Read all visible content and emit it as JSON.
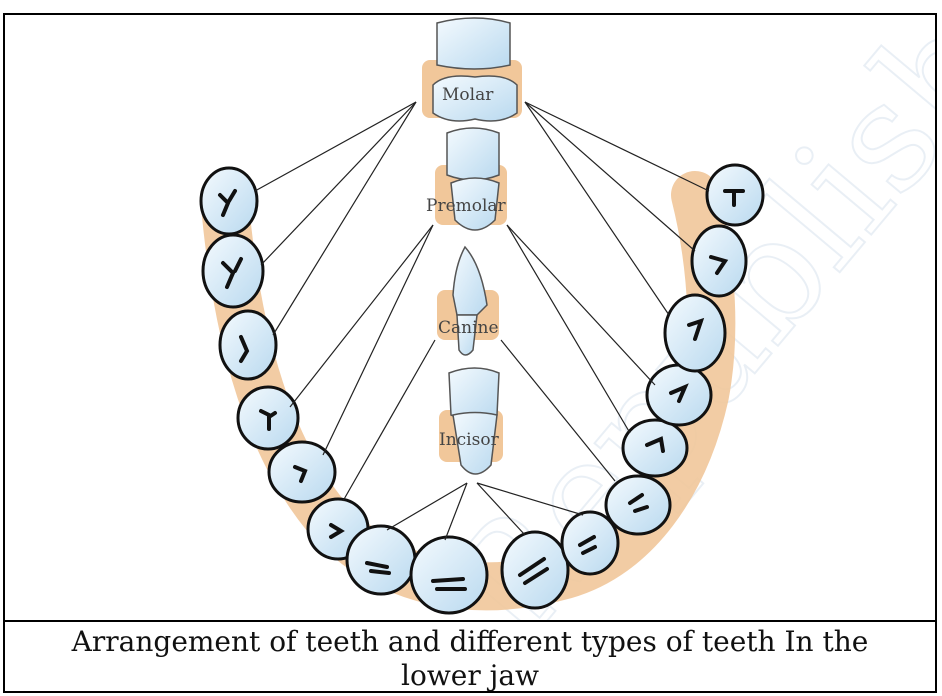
{
  "labels": {
    "molar": "Molar",
    "premolar": "Premolar",
    "canine": "Canine",
    "incisor": "Incisor"
  },
  "caption": {
    "line1": "Arrangement of teeth and different types of teeth In the",
    "line2": "lower jaw"
  },
  "colors": {
    "gum": "#f1c79a",
    "tooth_fill": "#eef6fc",
    "tooth_shade": "#b9d9ef",
    "outline": "#111111"
  }
}
